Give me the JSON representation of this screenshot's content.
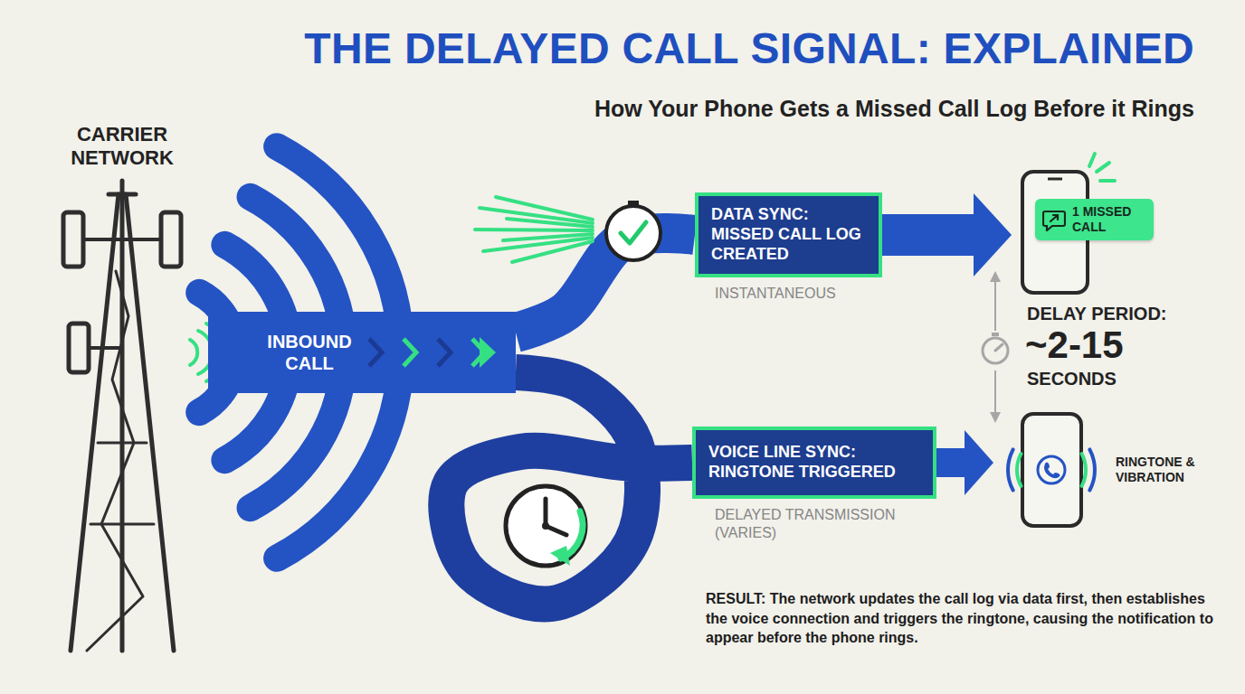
{
  "diagram": {
    "title": "THE DELAYED CALL SIGNAL: EXPLAINED",
    "caption": "RESULT: The network updates the call log via data first, then establishes the voice connection and triggers the ringtone, causing the notification to appear before the phone rings.",
    "nodes": [
      {
        "text": [
          "INBOUND CALL"
        ]
      },
      {
        "text": [
          "DATA SYNC: MISSED CALL LOG CREATED"
        ]
      },
      {
        "text": [
          "VOICE LINE SYNC: RINGTONE TRIGGERED"
        ]
      },
      {
        "text": [
          "1 MISSED CALL"
        ]
      },
      {
        "text": [
          "RINGTONE & VIBRATION"
        ]
      }
    ],
    "edges": [
      {
        "from": 0,
        "to": 1,
        "arrow": "none"
      },
      {
        "from": 0,
        "to": 2,
        "arrow": "none"
      },
      {
        "from": 1,
        "to": 3,
        "arrow": "to"
      },
      {
        "from": 2,
        "to": 4,
        "arrow": "to"
      }
    ],
    "labels": [
      "How Your Phone Gets a Missed Call Log Before it Rings",
      "CARRIER NETWORK",
      "INSTANTANEOUS",
      "DELAYED TRANSMISSION (VARIES)",
      "DELAY PERIOD:",
      "~2-15",
      "SECONDS"
    ]
  }
}
